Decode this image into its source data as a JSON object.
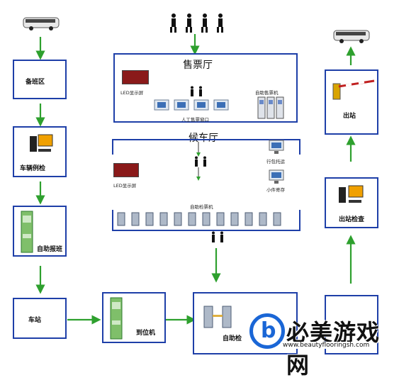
{
  "left_column": {
    "standby": "备班区",
    "inspection": "车辆例检",
    "self_report": "自助报班",
    "station": "车站"
  },
  "ticket_hall": {
    "title": "售票厅",
    "led": "LED显示屏",
    "manual_window": "人工售票窗口",
    "self_ticket": "自助售票机"
  },
  "waiting_hall": {
    "title": "候车厅",
    "led": "LED显示屏",
    "luggage": "行包托运",
    "parcel": "小件寄存",
    "self_check": "自助检票机"
  },
  "bottom": {
    "arrival": "到位机",
    "self_check_gate": "自助检"
  },
  "right_column": {
    "exit_check": "出站检查",
    "exit": "出站"
  },
  "watermark": {
    "brand": "必美游戏网",
    "url": "www.beautyflooringsh.com"
  },
  "colors": {
    "box_border": "#1e3fa8",
    "arrow": "#2ea02e",
    "watermark_circle": "#1a66d6"
  }
}
